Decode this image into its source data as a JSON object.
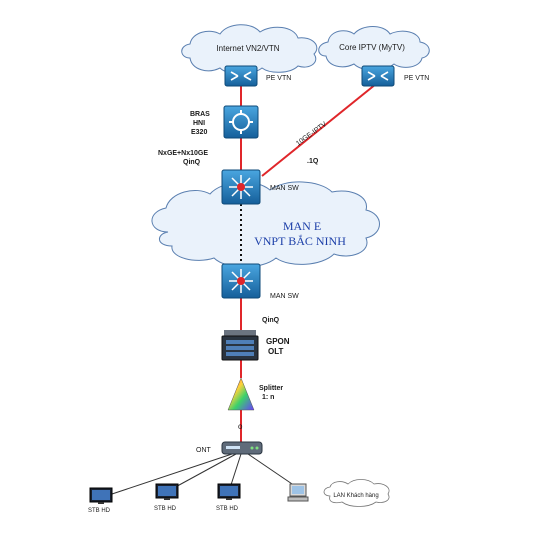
{
  "colors": {
    "link": "#e0262a",
    "cloud_fill": "#eaf2fb",
    "cloud_stroke": "#5a7fb0",
    "device_blue": "#1f78b4",
    "cloud_text": "#1c3fa8"
  },
  "clouds": {
    "internet": "Internet VN2/VTN",
    "core_iptv": "Core IPTV (MyTV)",
    "man_line1": "MAN E",
    "man_line2": "VNPT BẮC NINH"
  },
  "devices": {
    "pe_left": {
      "icon": "router-icon",
      "label": "PE VTN"
    },
    "pe_right": {
      "icon": "router-icon",
      "label": "PE VTN"
    },
    "bras": {
      "icon": "bras-icon",
      "label_lines": [
        "BRAS",
        "HNI",
        "E320"
      ]
    },
    "man_sw_top": {
      "icon": "switch-icon",
      "label": "MAN SW"
    },
    "man_sw_bottom": {
      "icon": "switch-icon",
      "label": "MAN SW"
    },
    "olt": {
      "icon": "olt-icon",
      "label_lines": [
        "GPON",
        "OLT"
      ]
    },
    "splitter": {
      "icon": "splitter-icon",
      "label_lines": [
        "Splitter",
        "1: n"
      ]
    },
    "ont": {
      "icon": "ont-icon",
      "label": "ONT"
    }
  },
  "links": {
    "bras_uplink_labels": [
      "NxGE+Nx10GE",
      "QinQ"
    ],
    "iptv_link": "10GE-IPTV",
    "vlan_tag": ".1Q",
    "olt_uplink": "QinQ",
    "fiber_marker": "o"
  },
  "endpoints": {
    "stb": [
      {
        "icon": "monitor-icon",
        "label": "STB HD"
      },
      {
        "icon": "monitor-icon",
        "label": "STB HD"
      },
      {
        "icon": "monitor-icon",
        "label": "STB HD"
      }
    ],
    "lan": {
      "icon": "pc-icon",
      "label": "LAN Khách hàng"
    }
  }
}
